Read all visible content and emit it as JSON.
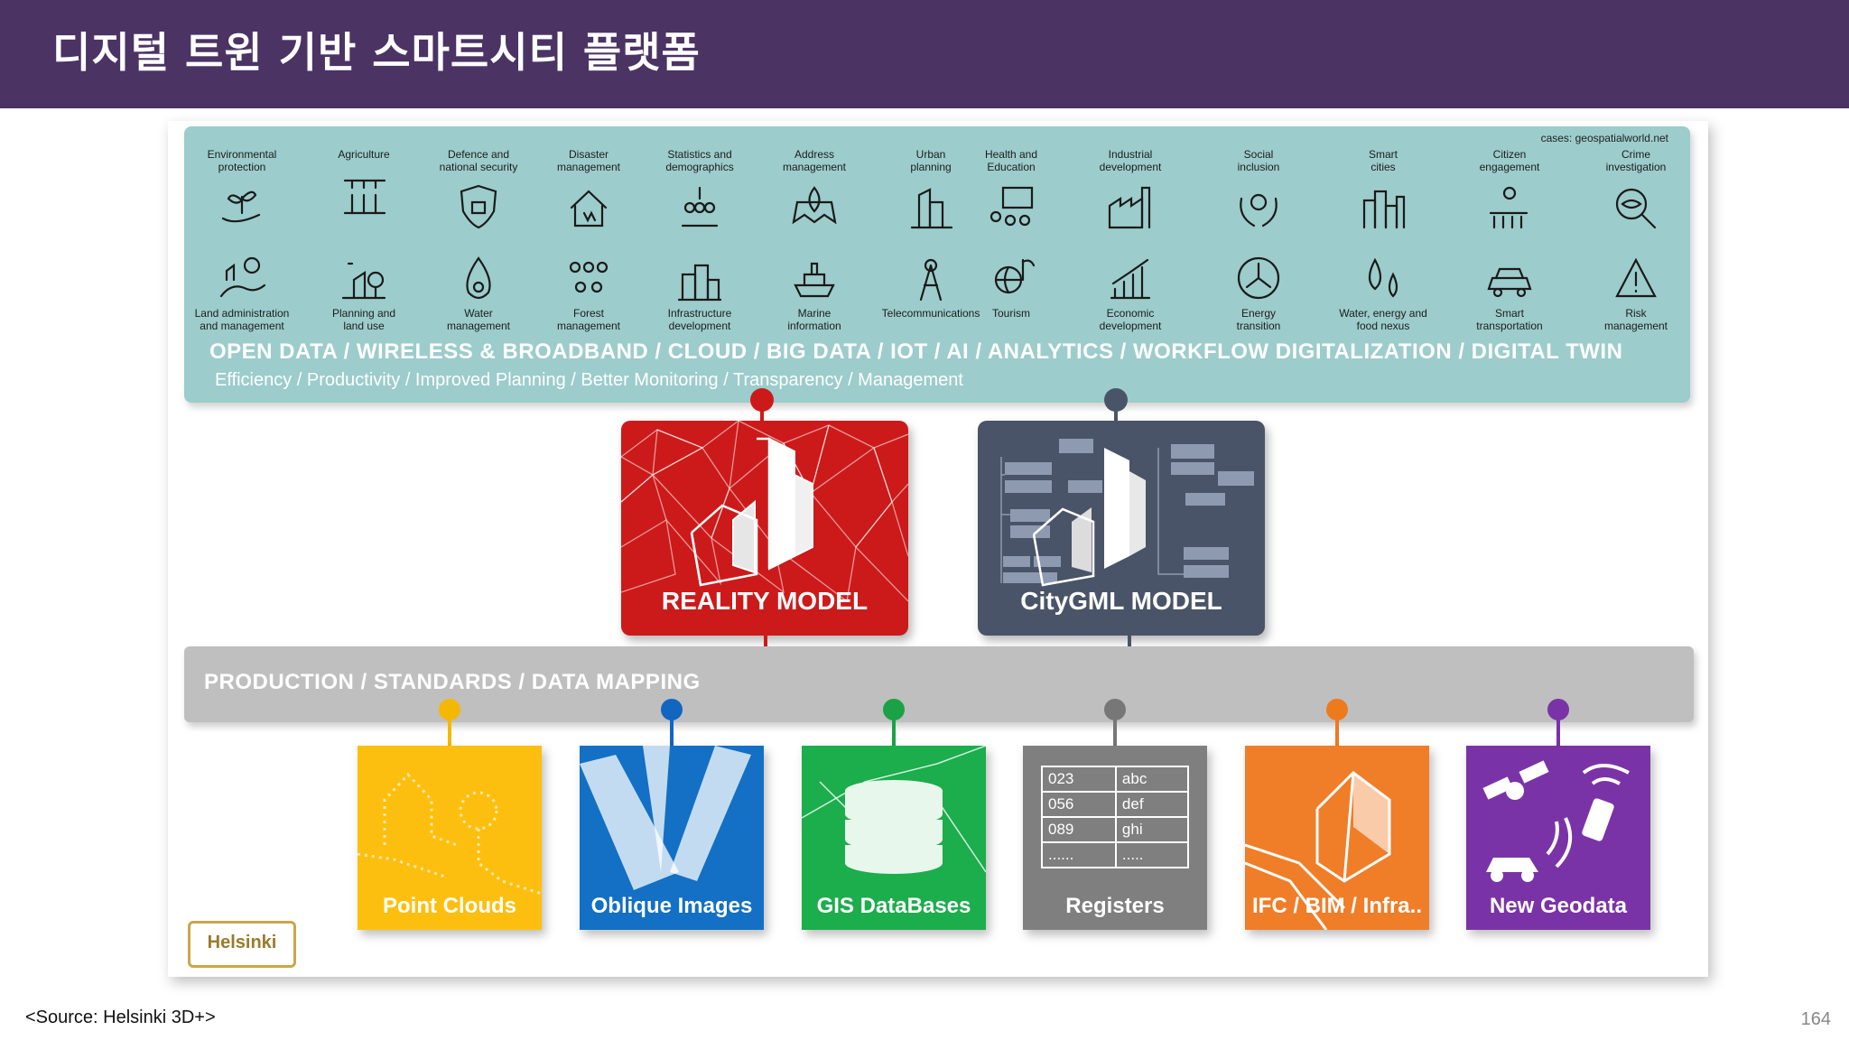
{
  "header": {
    "title": "디지털 트윈 기반 스마트시티 플랫폼"
  },
  "cases_source": "cases: geospatialworld.net",
  "services_top": [
    {
      "label": "Environmental\nprotection",
      "icon": "plant-hand-icon"
    },
    {
      "label": "Agriculture",
      "icon": "crops-icon"
    },
    {
      "label": "Defence and\nnational security",
      "icon": "shield-icon"
    },
    {
      "label": "Disaster\nmanagement",
      "icon": "house-disaster-icon"
    },
    {
      "label": "Statistics and\ndemographics",
      "icon": "people-group-icon"
    },
    {
      "label": "Address\nmanagement",
      "icon": "map-pin-icon"
    },
    {
      "label": "Urban\nplanning",
      "icon": "skyscraper-icon"
    },
    {
      "label": "Health and\nEducation",
      "icon": "classroom-icon"
    },
    {
      "label": "Industrial\ndevelopment",
      "icon": "factory-icon"
    },
    {
      "label": "Social\ninclusion",
      "icon": "community-hands-icon"
    },
    {
      "label": "Smart\ncities",
      "icon": "city-buildings-icon"
    },
    {
      "label": "Citizen\nengagement",
      "icon": "citizens-gear-icon"
    },
    {
      "label": "Crime\ninvestigation",
      "icon": "magnifier-eye-icon"
    }
  ],
  "services_bottom": [
    {
      "label": "Land administration\nand management",
      "icon": "land-sun-icon"
    },
    {
      "label": "Planning and\nland use",
      "icon": "planning-trees-icon"
    },
    {
      "label": "Water\nmanagement",
      "icon": "water-drop-gear-icon"
    },
    {
      "label": "Forest\nmanagement",
      "icon": "forest-icon"
    },
    {
      "label": "Infrastructure\ndevelopment",
      "icon": "infrastructure-icon"
    },
    {
      "label": "Marine\ninformation",
      "icon": "ship-icon"
    },
    {
      "label": "Telecommunications",
      "icon": "antenna-tower-icon"
    },
    {
      "label": "Tourism",
      "icon": "globe-palm-icon"
    },
    {
      "label": "Economic\ndevelopment",
      "icon": "growth-chart-icon"
    },
    {
      "label": "Energy\ntransition",
      "icon": "energy-cycle-icon"
    },
    {
      "label": "Water, energy and\nfood nexus",
      "icon": "drops-icon"
    },
    {
      "label": "Smart\ntransportation",
      "icon": "smart-car-icon"
    },
    {
      "label": "Risk\nmanagement",
      "icon": "risk-gear-icon"
    }
  ],
  "band_technologies": "OPEN DATA  /  WIRELESS & BROADBAND  /  CLOUD /  BIG DATA  /  IOT / AI / ANALYTICS / WORKFLOW DIGITALIZATION /  DIGITAL TWIN",
  "band_benefits": "Efficiency  / Productivity /  Improved Planning  / Better Monitoring / Transparency / Management",
  "models": {
    "reality": {
      "label": "REALITY MODEL",
      "color": "#cc1a1a"
    },
    "citygml": {
      "label": "CityGML MODEL",
      "color": "#4a5468"
    }
  },
  "production_band": "PRODUCTION / STANDARDS / DATA MAPPING",
  "sources": [
    {
      "label": "Point Clouds",
      "color": "#fdbf0f",
      "dot": "#f5b800"
    },
    {
      "label": "Oblique Images",
      "color": "#1370c4",
      "dot": "#1266c0"
    },
    {
      "label": "GIS DataBases",
      "color": "#1cad4c",
      "dot": "#1aa246"
    },
    {
      "label": "Registers",
      "color": "#7f7f7f",
      "dot": "#777777"
    },
    {
      "label": "IFC / BIM / Infra..",
      "color": "#f07d28",
      "dot": "#ee7a1e"
    },
    {
      "label": "New Geodata",
      "color": "#7a33a6",
      "dot": "#7a33a6"
    }
  ],
  "registers_table": [
    [
      "023",
      "abc"
    ],
    [
      "056",
      "def"
    ],
    [
      "089",
      "ghi"
    ],
    [
      "......",
      "....."
    ]
  ],
  "logo_text": "Helsinki",
  "footer_source": "<Source: Helsinki 3D+>",
  "page_number": "164"
}
